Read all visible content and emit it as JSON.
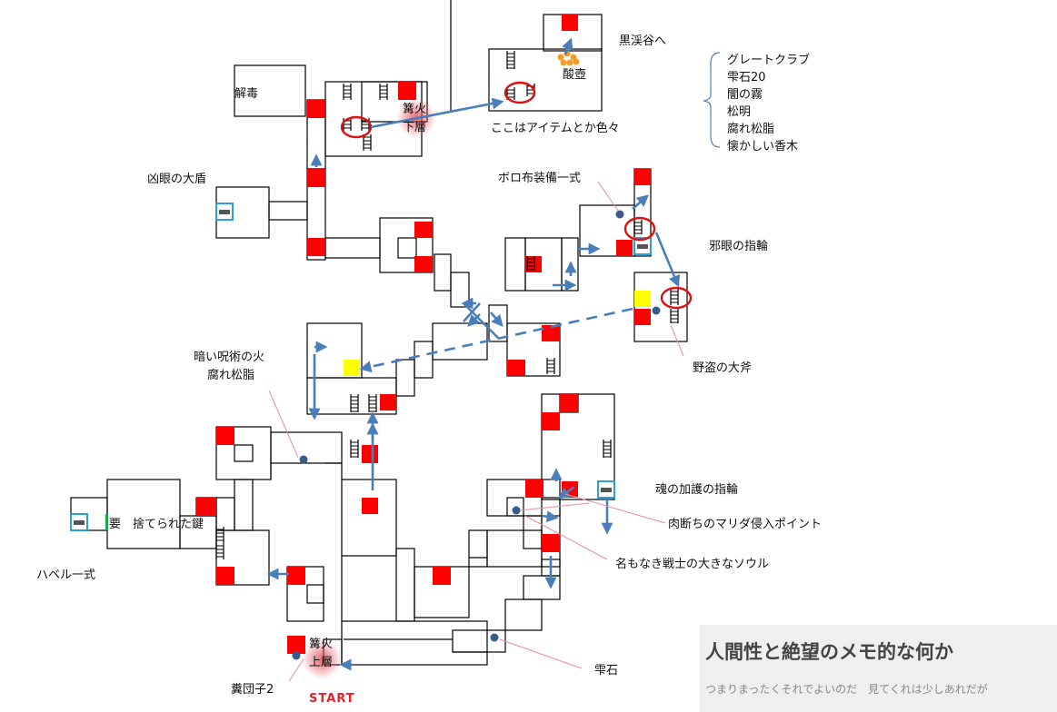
{
  "map": {
    "colors": {
      "wall": "#000000",
      "bonfire": "#ff0000",
      "arrow": "#4a7ebb",
      "leader": "#e98bab",
      "fog": "#ffff00",
      "circle": "#dd1111",
      "item_dot": "#3a5a8c",
      "acid_orbs": "#f39c2a"
    },
    "icons": [
      "ladder-icon",
      "fog-gate-icon",
      "shortcut-door-icon",
      "item-dot-icon",
      "bonfire-marker"
    ],
    "labels": {
      "gedoku": "解毒",
      "kagaribi_top_1": "篝火",
      "kagaribi_top_2": "下層",
      "koku_kei": "黒渓谷へ",
      "san_tsubo": "酸壺",
      "koko_item": "ここはアイテムとか色々",
      "kyougan_oodate": "凶眼の大盾",
      "boro_nuno": "ボロ布装備一式",
      "jagan": "邪眼の指輪",
      "yatou_ono": "野盗の大斧",
      "kurai_jujutsu": "暗い呪術の火",
      "kusare_shoushi_mid": "腐れ松脂",
      "tamashii_kago": "魂の加護の指輪",
      "nikudachi": "肉断ちのマリダ侵入ポイント",
      "namonaki": "名もなき戦士の大きなソウル",
      "kaname": "要",
      "suterareta_kagi": "捨てられた鍵",
      "haberu": "ハベル一式",
      "kagaribi_bottom_1": "篝火",
      "kagaribi_bottom_2": "上層",
      "fundango": "糞団子2",
      "start": "START",
      "shizukuishi": "雫石"
    },
    "item_list": [
      "グレートクラブ",
      "雫石20",
      "闇の霧",
      "松明",
      "腐れ松脂",
      "懐かしい香木"
    ]
  },
  "banner": {
    "title": "人間性と絶望のメモ的な何か",
    "subtitle": "つまりまったくそれでよいのだ　見てくれは少しあれだが"
  }
}
